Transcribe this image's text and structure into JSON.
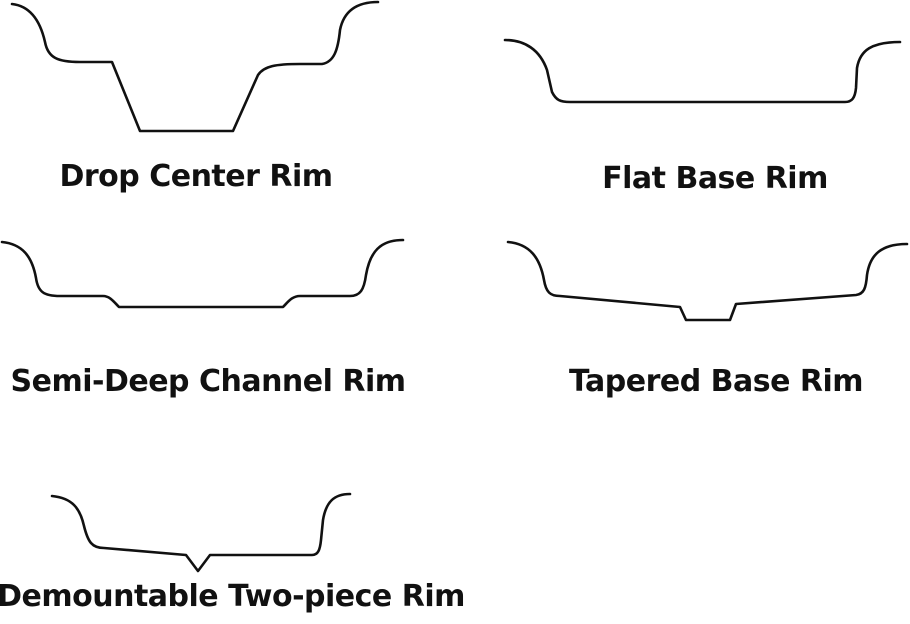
{
  "diagram": {
    "profiles": [
      {
        "id": "drop-center",
        "label": "Drop Center Rim"
      },
      {
        "id": "flat-base",
        "label": "Flat Base Rim"
      },
      {
        "id": "semi-deep-channel",
        "label": "Semi-Deep Channel Rim"
      },
      {
        "id": "tapered-base",
        "label": "Tapered Base Rim"
      },
      {
        "id": "demountable-two-piece",
        "label": "Demountable Two-piece Rim"
      }
    ],
    "stroke_color": "#111111",
    "background_color": "#ffffff"
  }
}
